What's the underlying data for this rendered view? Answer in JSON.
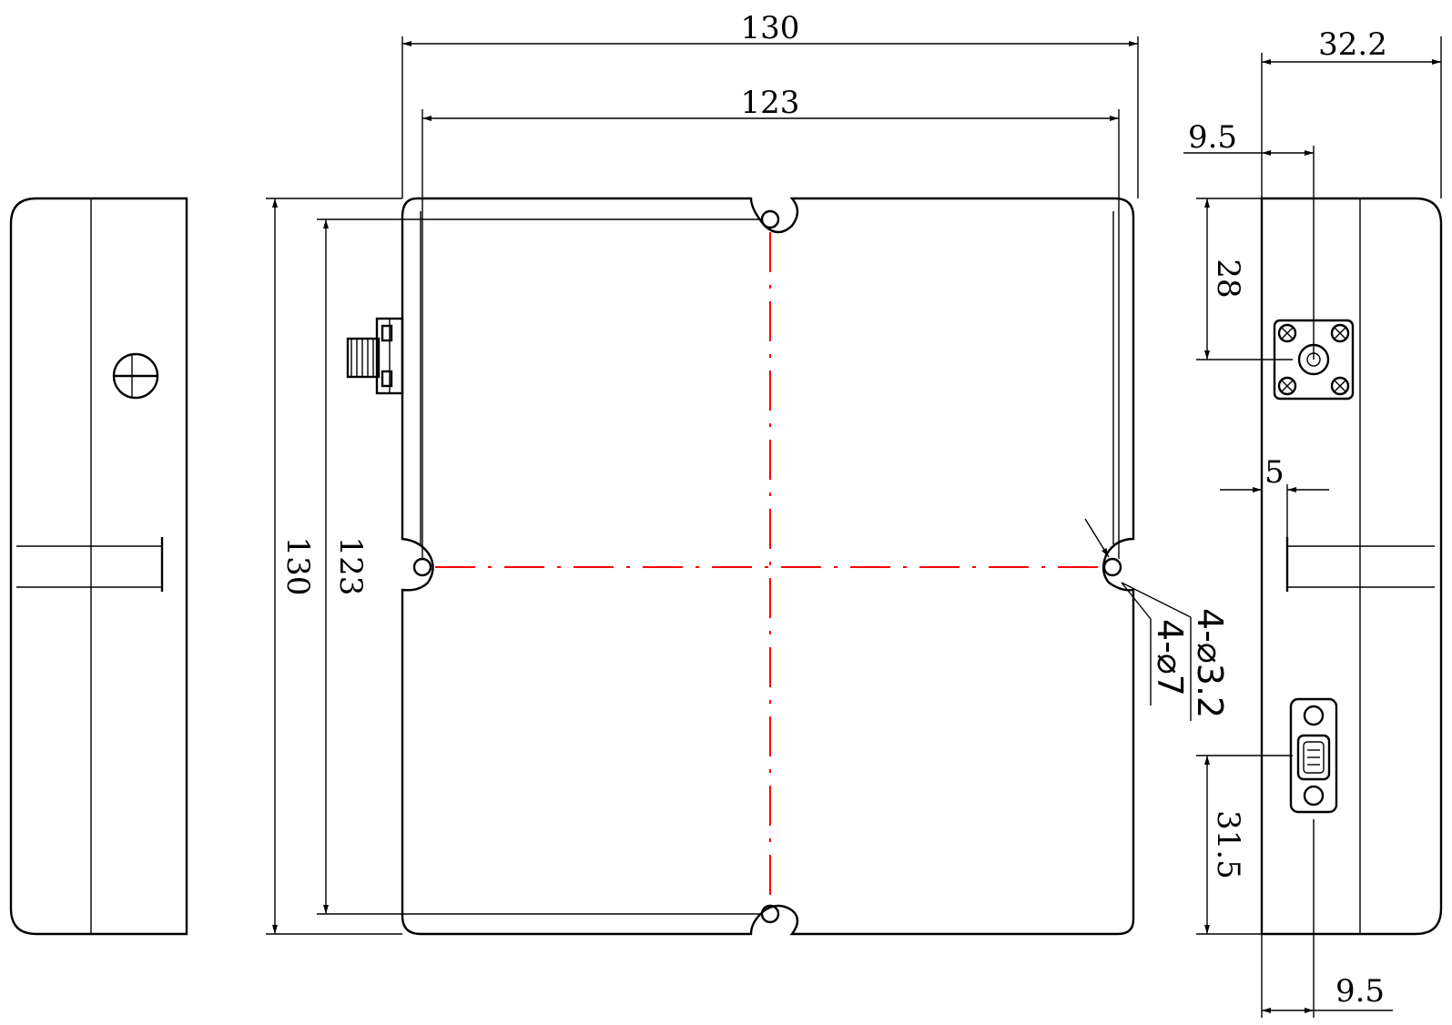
{
  "dimensions": {
    "front_width_outer": "130",
    "front_width_holes": "123",
    "front_height_outer": "130",
    "front_height_holes": "123",
    "side_depth": "32.2",
    "sma_offset_x": "9.5",
    "sma_offset_y": "28",
    "slot_offset": "5",
    "db9_offset_y": "31.5",
    "db9_offset_x": "9.5",
    "hole_callout_small": "4-⌀3.2",
    "hole_callout_large": "4-⌀7"
  },
  "colors": {
    "outline": "#000000",
    "centerline": "#ff0000",
    "background": "#ffffff"
  },
  "icons": [
    "sma-connector-icon",
    "db9-connector-icon",
    "screw-icon"
  ]
}
